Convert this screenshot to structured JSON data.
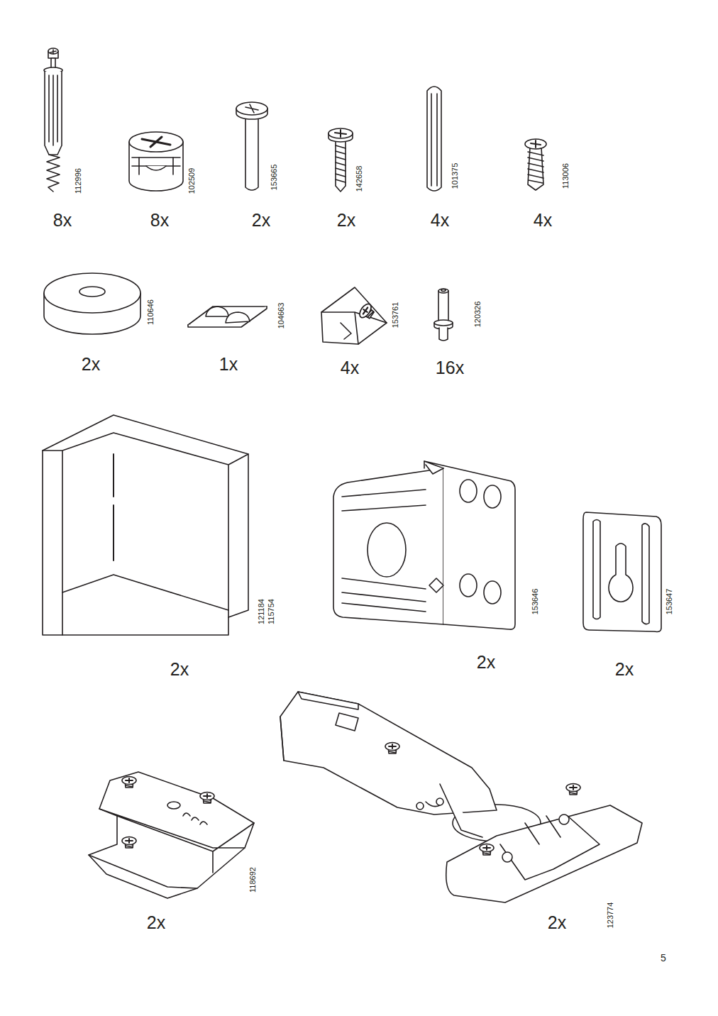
{
  "diagram": {
    "labels": [
      "112996",
      "8x",
      "102509",
      "8x",
      "153665",
      "2x",
      "142658",
      "2x",
      "101375",
      "4x",
      "113006",
      "4x",
      "110646",
      "2x",
      "104663",
      "1x",
      "153761",
      "4x",
      "120326",
      "16x",
      "121184",
      "115754",
      "2x",
      "153646",
      "2x",
      "153647",
      "2x",
      "118692",
      "2x",
      "123774",
      "2x",
      "5"
    ]
  }
}
